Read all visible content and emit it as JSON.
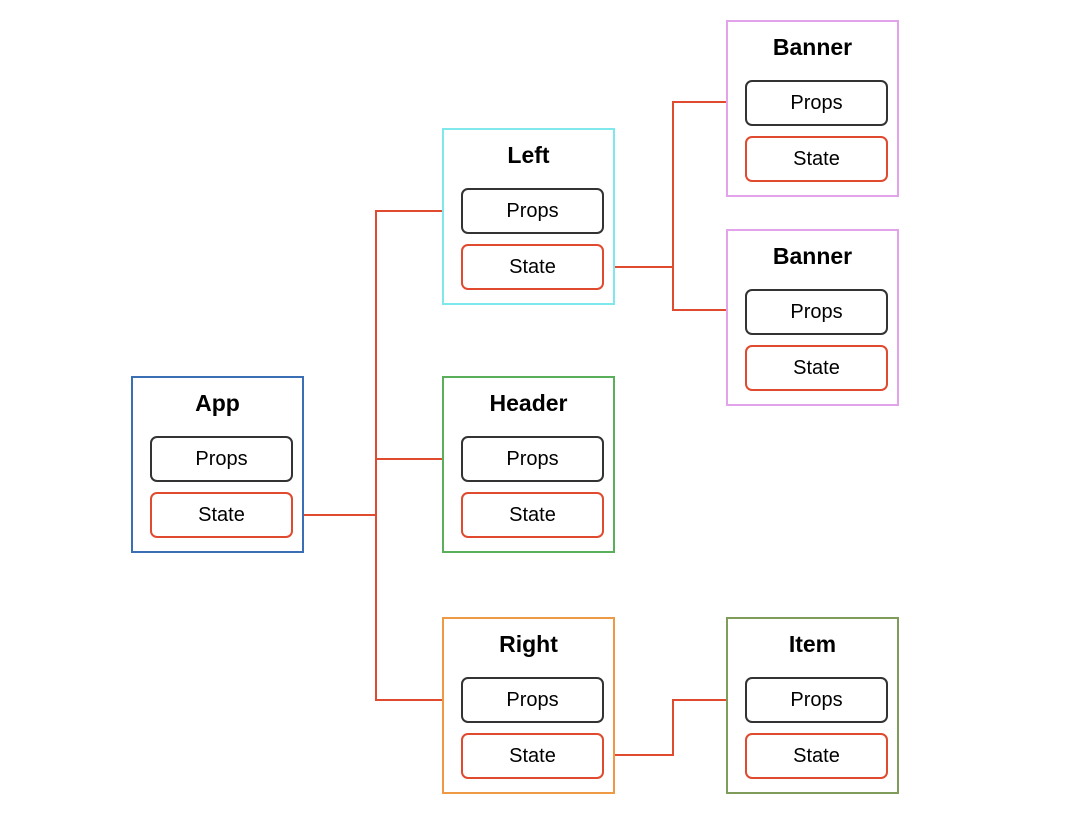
{
  "colors": {
    "wire": "#e04a2f",
    "props_border": "#333333",
    "state_border": "#e04a2f"
  },
  "components": {
    "app": {
      "title": "App",
      "props": "Props",
      "state": "State",
      "border": "#3a6fb5"
    },
    "left": {
      "title": "Left",
      "props": "Props",
      "state": "State",
      "border": "#7fe8ec"
    },
    "header": {
      "title": "Header",
      "props": "Props",
      "state": "State",
      "border": "#5aaf5a"
    },
    "right": {
      "title": "Right",
      "props": "Props",
      "state": "State",
      "border": "#ee9a45"
    },
    "banner1": {
      "title": "Banner",
      "props": "Props",
      "state": "State",
      "border": "#e3a3ea"
    },
    "banner2": {
      "title": "Banner",
      "props": "Props",
      "state": "State",
      "border": "#e3a3ea"
    },
    "item": {
      "title": "Item",
      "props": "Props",
      "state": "State",
      "border": "#7f9c5a"
    }
  }
}
